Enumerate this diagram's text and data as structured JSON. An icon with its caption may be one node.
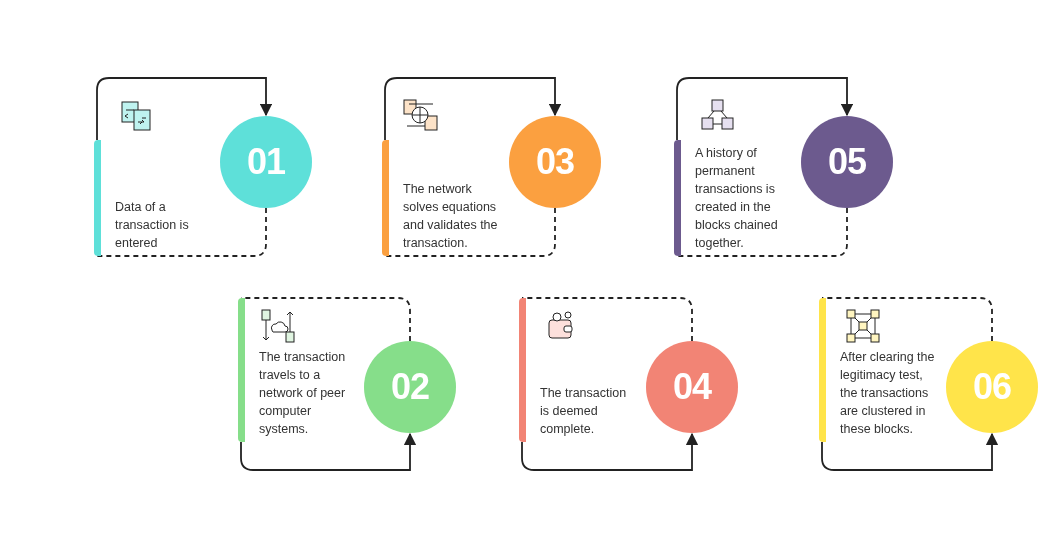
{
  "diagram": {
    "nodes": [
      {
        "text": [
          "Data of a transaction is entered"
        ]
      },
      {
        "text": [
          "01"
        ]
      },
      {
        "text": [
          "The transaction travels to a network of peer computer systems."
        ]
      },
      {
        "text": [
          "02"
        ]
      },
      {
        "text": [
          "The network solves equations and validates the transaction."
        ]
      },
      {
        "text": [
          "03"
        ]
      },
      {
        "text": [
          "The transaction is deemed complete."
        ]
      },
      {
        "text": [
          "04"
        ]
      },
      {
        "text": [
          "A history of permanent transactions is created in the blocks chained together."
        ]
      },
      {
        "text": [
          "05"
        ]
      },
      {
        "text": [
          "After clearing the legitimacy test, the transactions are clustered in these blocks."
        ]
      },
      {
        "text": [
          "06"
        ]
      }
    ],
    "edges": [
      {
        "from": 0,
        "to": 1,
        "arrow": "to"
      },
      {
        "from": 1,
        "to": 0,
        "arrow": "none",
        "style": "dashed"
      },
      {
        "from": 2,
        "to": 3,
        "arrow": "to"
      },
      {
        "from": 3,
        "to": 2,
        "arrow": "none",
        "style": "dashed"
      },
      {
        "from": 4,
        "to": 5,
        "arrow": "to"
      },
      {
        "from": 5,
        "to": 4,
        "arrow": "none",
        "style": "dashed"
      },
      {
        "from": 6,
        "to": 7,
        "arrow": "to"
      },
      {
        "from": 7,
        "to": 6,
        "arrow": "none",
        "style": "dashed"
      },
      {
        "from": 8,
        "to": 9,
        "arrow": "to"
      },
      {
        "from": 9,
        "to": 8,
        "arrow": "none",
        "style": "dashed"
      },
      {
        "from": 10,
        "to": 11,
        "arrow": "to"
      },
      {
        "from": 11,
        "to": 10,
        "arrow": "none",
        "style": "dashed"
      }
    ]
  }
}
